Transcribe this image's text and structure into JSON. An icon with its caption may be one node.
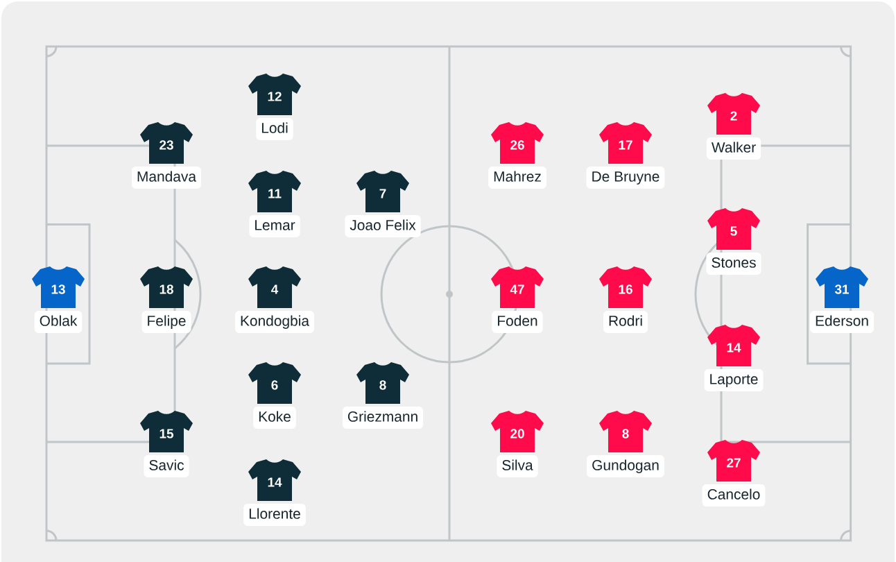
{
  "diagram": {
    "nodes": [
      {
        "text": [
          "13"
        ],
        "beside": [
          "Oblak"
        ]
      },
      {
        "text": [
          "23"
        ],
        "beside": [
          "Mandava"
        ]
      },
      {
        "text": [
          "18"
        ],
        "beside": [
          "Felipe"
        ]
      },
      {
        "text": [
          "15"
        ],
        "beside": [
          "Savic"
        ]
      },
      {
        "text": [
          "12"
        ],
        "beside": [
          "Lodi"
        ]
      },
      {
        "text": [
          "11"
        ],
        "beside": [
          "Lemar"
        ]
      },
      {
        "text": [
          "4"
        ],
        "beside": [
          "Kondogbia"
        ]
      },
      {
        "text": [
          "6"
        ],
        "beside": [
          "Koke"
        ]
      },
      {
        "text": [
          "14"
        ],
        "beside": [
          "Llorente"
        ]
      },
      {
        "text": [
          "7"
        ],
        "beside": [
          "Joao Felix"
        ]
      },
      {
        "text": [
          "8"
        ],
        "beside": [
          "Griezmann"
        ]
      },
      {
        "text": [
          "26"
        ],
        "beside": [
          "Mahrez"
        ]
      },
      {
        "text": [
          "47"
        ],
        "beside": [
          "Foden"
        ]
      },
      {
        "text": [
          "20"
        ],
        "beside": [
          "Silva"
        ]
      },
      {
        "text": [
          "17"
        ],
        "beside": [
          "De Bruyne"
        ]
      },
      {
        "text": [
          "16"
        ],
        "beside": [
          "Rodri"
        ]
      },
      {
        "text": [
          "8"
        ],
        "beside": [
          "Gundogan"
        ]
      },
      {
        "text": [
          "2"
        ],
        "beside": [
          "Walker"
        ]
      },
      {
        "text": [
          "5"
        ],
        "beside": [
          "Stones"
        ]
      },
      {
        "text": [
          "14"
        ],
        "beside": [
          "Laporte"
        ]
      },
      {
        "text": [
          "27"
        ],
        "beside": [
          "Cancelo"
        ]
      },
      {
        "text": [
          "31"
        ],
        "beside": [
          "Ederson"
        ]
      }
    ]
  }
}
